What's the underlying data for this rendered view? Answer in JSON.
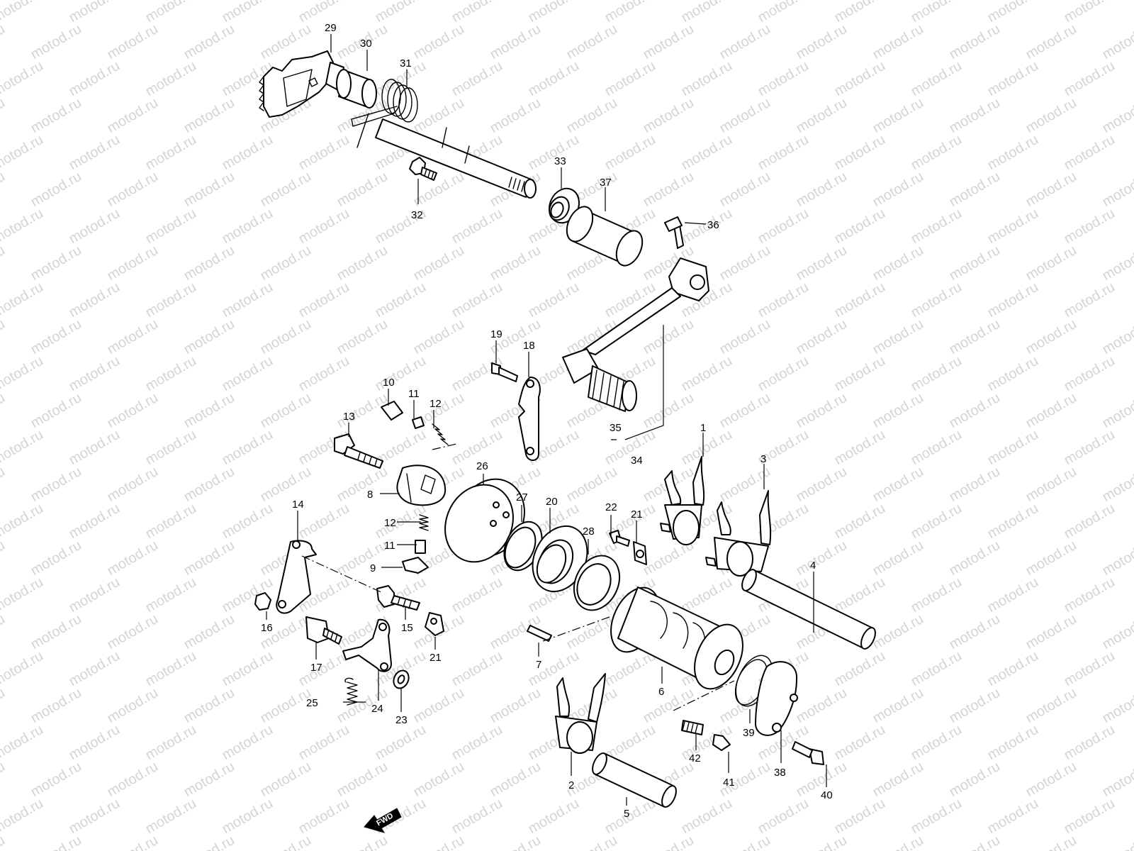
{
  "watermark": {
    "text": "motod.ru",
    "color": "#d4d4d4"
  },
  "direction_badge": {
    "label": "FWD"
  },
  "callouts": [
    {
      "id": "1",
      "label": "1"
    },
    {
      "id": "2",
      "label": "2"
    },
    {
      "id": "3",
      "label": "3"
    },
    {
      "id": "4",
      "label": "4"
    },
    {
      "id": "5",
      "label": "5"
    },
    {
      "id": "6",
      "label": "6"
    },
    {
      "id": "7",
      "label": "7"
    },
    {
      "id": "8",
      "label": "8"
    },
    {
      "id": "9",
      "label": "9"
    },
    {
      "id": "10",
      "label": "10"
    },
    {
      "id": "11a",
      "label": "11"
    },
    {
      "id": "11b",
      "label": "11"
    },
    {
      "id": "12a",
      "label": "12"
    },
    {
      "id": "12b",
      "label": "12"
    },
    {
      "id": "13",
      "label": "13"
    },
    {
      "id": "14",
      "label": "14"
    },
    {
      "id": "15",
      "label": "15"
    },
    {
      "id": "16",
      "label": "16"
    },
    {
      "id": "17",
      "label": "17"
    },
    {
      "id": "18",
      "label": "18"
    },
    {
      "id": "19",
      "label": "19"
    },
    {
      "id": "20",
      "label": "20"
    },
    {
      "id": "21a",
      "label": "21"
    },
    {
      "id": "21b",
      "label": "21"
    },
    {
      "id": "22",
      "label": "22"
    },
    {
      "id": "23",
      "label": "23"
    },
    {
      "id": "24",
      "label": "24"
    },
    {
      "id": "25",
      "label": "25"
    },
    {
      "id": "26",
      "label": "26"
    },
    {
      "id": "27",
      "label": "27"
    },
    {
      "id": "28",
      "label": "28"
    },
    {
      "id": "29",
      "label": "29"
    },
    {
      "id": "30",
      "label": "30"
    },
    {
      "id": "31",
      "label": "31"
    },
    {
      "id": "32",
      "label": "32"
    },
    {
      "id": "33",
      "label": "33"
    },
    {
      "id": "34",
      "label": "34"
    },
    {
      "id": "35",
      "label": "35"
    },
    {
      "id": "36",
      "label": "36"
    },
    {
      "id": "37",
      "label": "37"
    },
    {
      "id": "38",
      "label": "38"
    },
    {
      "id": "39",
      "label": "39"
    },
    {
      "id": "40",
      "label": "40"
    },
    {
      "id": "41",
      "label": "41"
    },
    {
      "id": "42",
      "label": "42"
    }
  ]
}
